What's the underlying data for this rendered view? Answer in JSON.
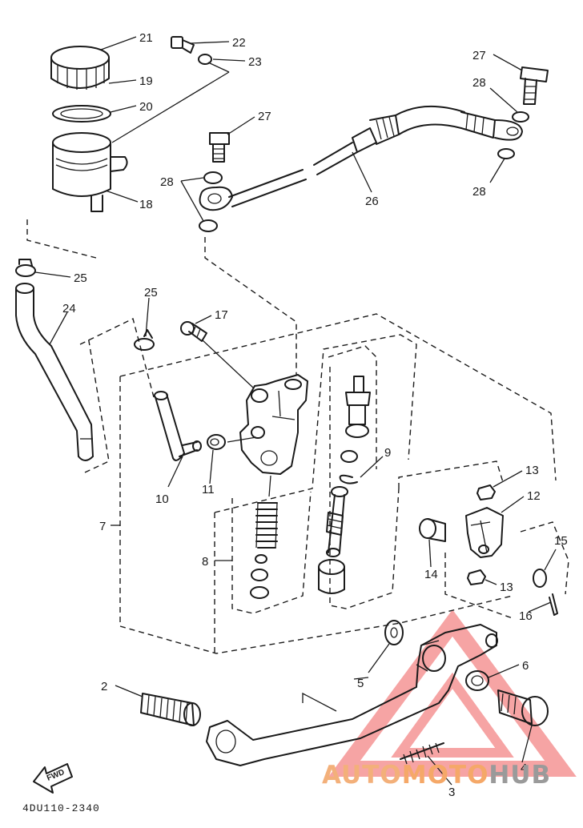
{
  "diagram": {
    "callouts": [
      "21",
      "22",
      "19",
      "23",
      "20",
      "27",
      "28",
      "18",
      "26",
      "28",
      "27",
      "28",
      "28",
      "25",
      "24",
      "25",
      "17",
      "9",
      "13",
      "12",
      "7",
      "10",
      "11",
      "8",
      "14",
      "15",
      "13",
      "16",
      "5",
      "6",
      "2",
      "4",
      "3"
    ],
    "diagram_code": "4DU110-2340"
  },
  "watermark": {
    "part1": "AUTO",
    "part2": "MOTO",
    "part3": "HUB",
    "colors": {
      "triangle": "#f06a6a",
      "text": "#f3b07a",
      "hub": "#9a9a9a"
    }
  }
}
